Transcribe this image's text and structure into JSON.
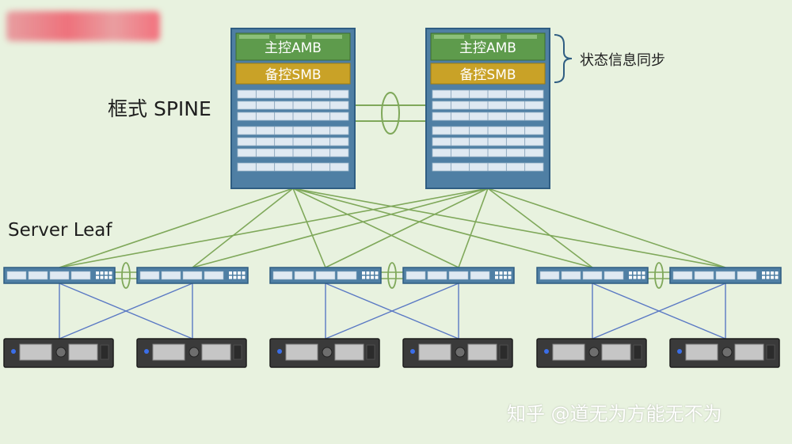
{
  "diagram": {
    "spine_label": "框式 SPINE",
    "leaf_label": "Server Leaf",
    "sync_label": "状态信息同步",
    "amb_label": "主控AMB",
    "smb_label": "备控SMB",
    "watermark": "知乎 @道无为方能无不为"
  },
  "colors": {
    "background": "#e8f2df",
    "chassis_fill": "#4f7fa4",
    "chassis_border": "#2f5d82",
    "amb": "#5e9b4c",
    "smb": "#c9a227",
    "spine_link": "#7fa85a",
    "server_link": "#5a79c4",
    "server_body": "#3a3a3a"
  },
  "icons": {
    "lag_bundle": "ellipse-icon",
    "sync_brace": "right-brace-icon"
  }
}
